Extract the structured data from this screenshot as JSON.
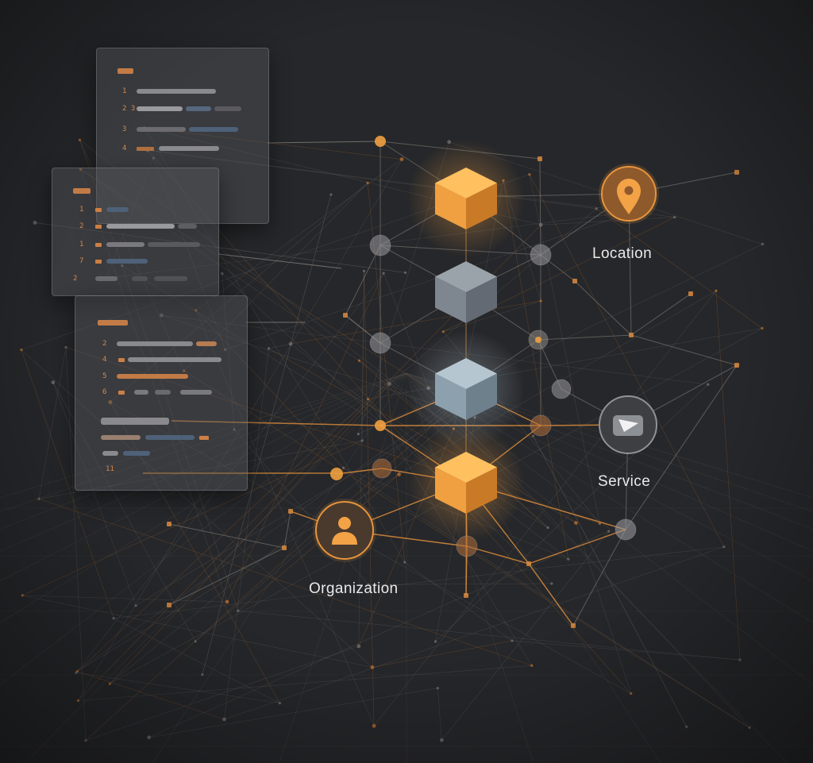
{
  "nodes": {
    "location": {
      "label": "Location",
      "icon": "location-pin-icon"
    },
    "service": {
      "label": "Service",
      "icon": "envelope-icon"
    },
    "organization": {
      "label": "Organization",
      "icon": "person-icon"
    }
  },
  "colors": {
    "background": "#26272a",
    "accent": "#e8943c",
    "cube_orange": "#f0a040",
    "cube_grey": "#7e8690",
    "cube_bluegrey": "#8da0ae",
    "grid_node": "#9a9a9e",
    "line_dim": "#6d6a66"
  },
  "panels": [
    {
      "line_numbers": [
        "1",
        "2\n3",
        "3",
        "4"
      ]
    },
    {
      "line_numbers": [
        "1",
        "2",
        "1",
        "7",
        "2"
      ]
    },
    {
      "line_numbers": [
        "2",
        "4",
        "5",
        "6",
        "",
        "",
        "",
        "11"
      ]
    }
  ]
}
